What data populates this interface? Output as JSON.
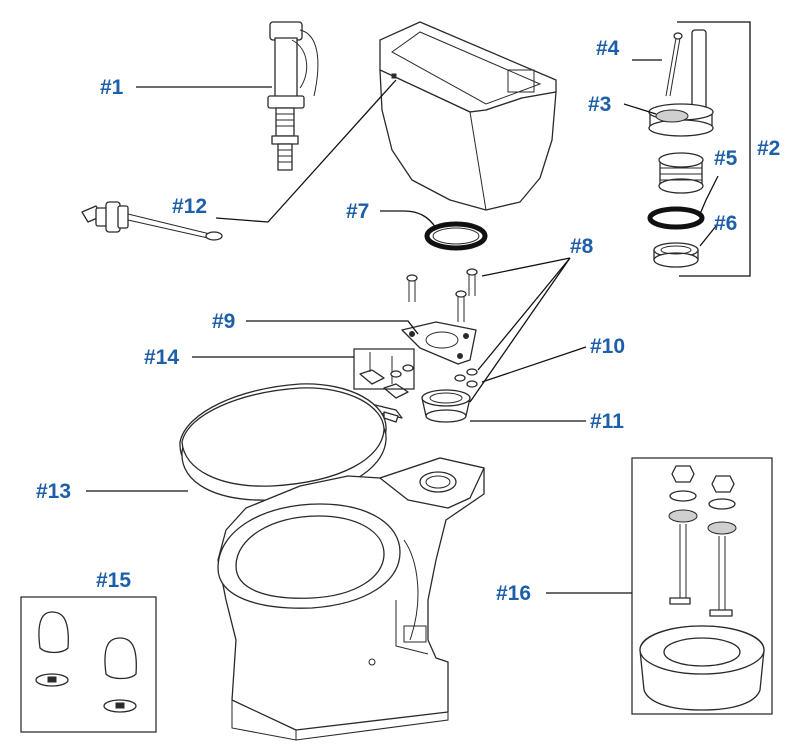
{
  "colors": {
    "label": "#1d5fa8",
    "line": "#2a2a2a",
    "background": "#ffffff"
  },
  "labels": {
    "p1": "#1",
    "p2": "#2",
    "p3": "#3",
    "p4": "#4",
    "p5": "#5",
    "p6": "#6",
    "p7": "#7",
    "p8": "#8",
    "p9": "#9",
    "p10": "#10",
    "p11": "#11",
    "p12": "#12",
    "p13": "#13",
    "p14": "#14",
    "p15": "#15",
    "p16": "#16"
  }
}
